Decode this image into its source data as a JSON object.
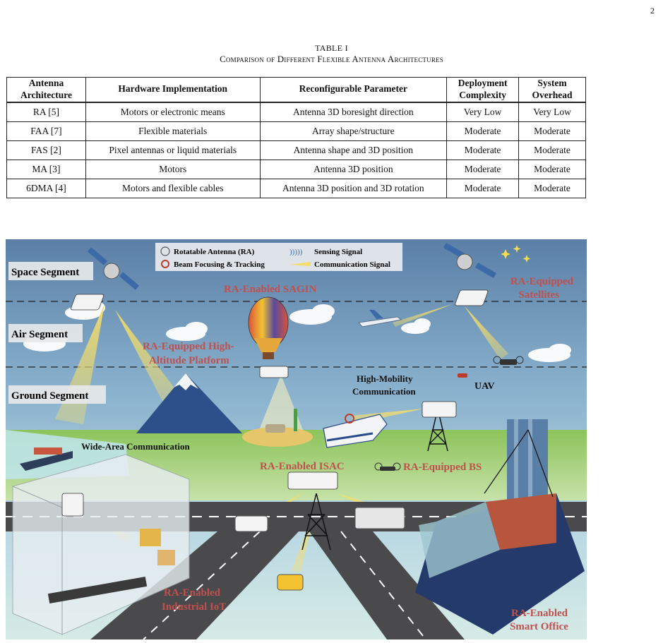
{
  "page_number": "2",
  "table": {
    "caption_number": "TABLE I",
    "caption_title": "Comparison of Different Flexible Antenna Architectures",
    "headers": [
      {
        "line1": "Antenna",
        "line2": "Architecture"
      },
      {
        "line1": "Hardware Implementation",
        "line2": ""
      },
      {
        "line1": "Reconfigurable Parameter",
        "line2": ""
      },
      {
        "line1": "Deployment",
        "line2": "Complexity"
      },
      {
        "line1": "System",
        "line2": "Overhead"
      }
    ],
    "rows": [
      [
        "RA [5]",
        "Motors or electronic means",
        "Antenna 3D boresight direction",
        "Very Low",
        "Very Low"
      ],
      [
        "FAA [7]",
        "Flexible materials",
        "Array shape/structure",
        "Moderate",
        "Moderate"
      ],
      [
        "FAS [2]",
        "Pixel antennas or liquid materials",
        "Antenna shape and 3D position",
        "Moderate",
        "Moderate"
      ],
      [
        "MA [3]",
        "Motors",
        "Antenna 3D position",
        "Moderate",
        "Moderate"
      ],
      [
        "6DMA [4]",
        "Motors and flexible cables",
        "Antenna 3D position and 3D rotation",
        "Moderate",
        "Moderate"
      ]
    ]
  },
  "figure": {
    "legend": {
      "ra": "Rotatable Antenna (RA)",
      "sensing": "Sensing Signal",
      "beam": "Beam Focusing & Tracking",
      "comm": "Communication Signal"
    },
    "segments": {
      "space": "Space Segment",
      "air": "Air Segment",
      "ground": "Ground Segment"
    },
    "labels": {
      "sagin": "RA-Enabled SAGIN",
      "satellites_1": "RA-Equipped",
      "satellites_2": "Satellites",
      "hap_1": "RA-Equipped High-",
      "hap_2": "Altitude Platform",
      "high_mobility_1": "High-Mobility",
      "high_mobility_2": "Communication",
      "uav": "UAV",
      "wide_area": "Wide-Area Communication",
      "isac": "RA-Enabled ISAC",
      "bs": "RA-Equipped BS",
      "iiot_1": "RA-Enabled",
      "iiot_2": "Industrial IoT",
      "office_1": "RA-Enabled",
      "office_2": "Smart Office"
    },
    "colors": {
      "red_label": "#c0504d",
      "sky_top": "#5a7fa5",
      "sky_mid": "#9ec4d8",
      "beam": "#f2d35a",
      "road": "#4a4a4c",
      "grass": "#92c65a"
    }
  }
}
